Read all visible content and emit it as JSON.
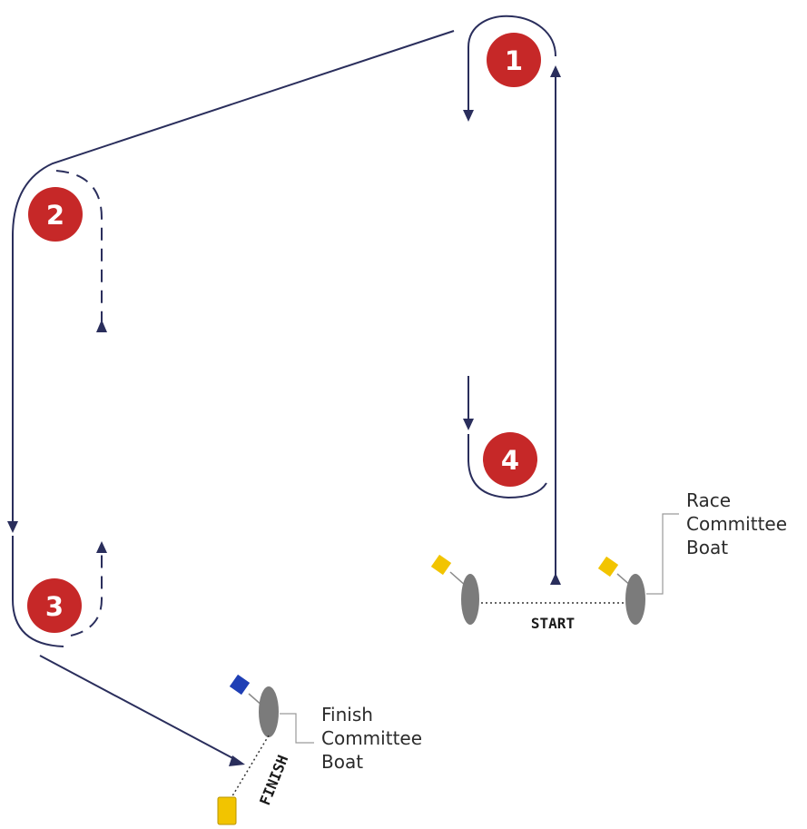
{
  "colors": {
    "course_line": "#2a2e5c",
    "mark_fill": "#c62828",
    "boat": "#7b7b7b",
    "flag_yellow": "#f2c400",
    "flag_blue": "#1f3fb5",
    "line_gray": "#8a8a8a"
  },
  "marks": [
    {
      "label": "1"
    },
    {
      "label": "2"
    },
    {
      "label": "3"
    },
    {
      "label": "4"
    }
  ],
  "race_committee": {
    "name_lines": [
      "Race",
      "Committee",
      "Boat"
    ],
    "line_label": "START",
    "flag_color": "yellow"
  },
  "finish_committee": {
    "name_lines": [
      "Finish",
      "Committee",
      "Boat"
    ],
    "line_label": "FINISH",
    "flag_color": "blue",
    "pin_color": "yellow"
  }
}
